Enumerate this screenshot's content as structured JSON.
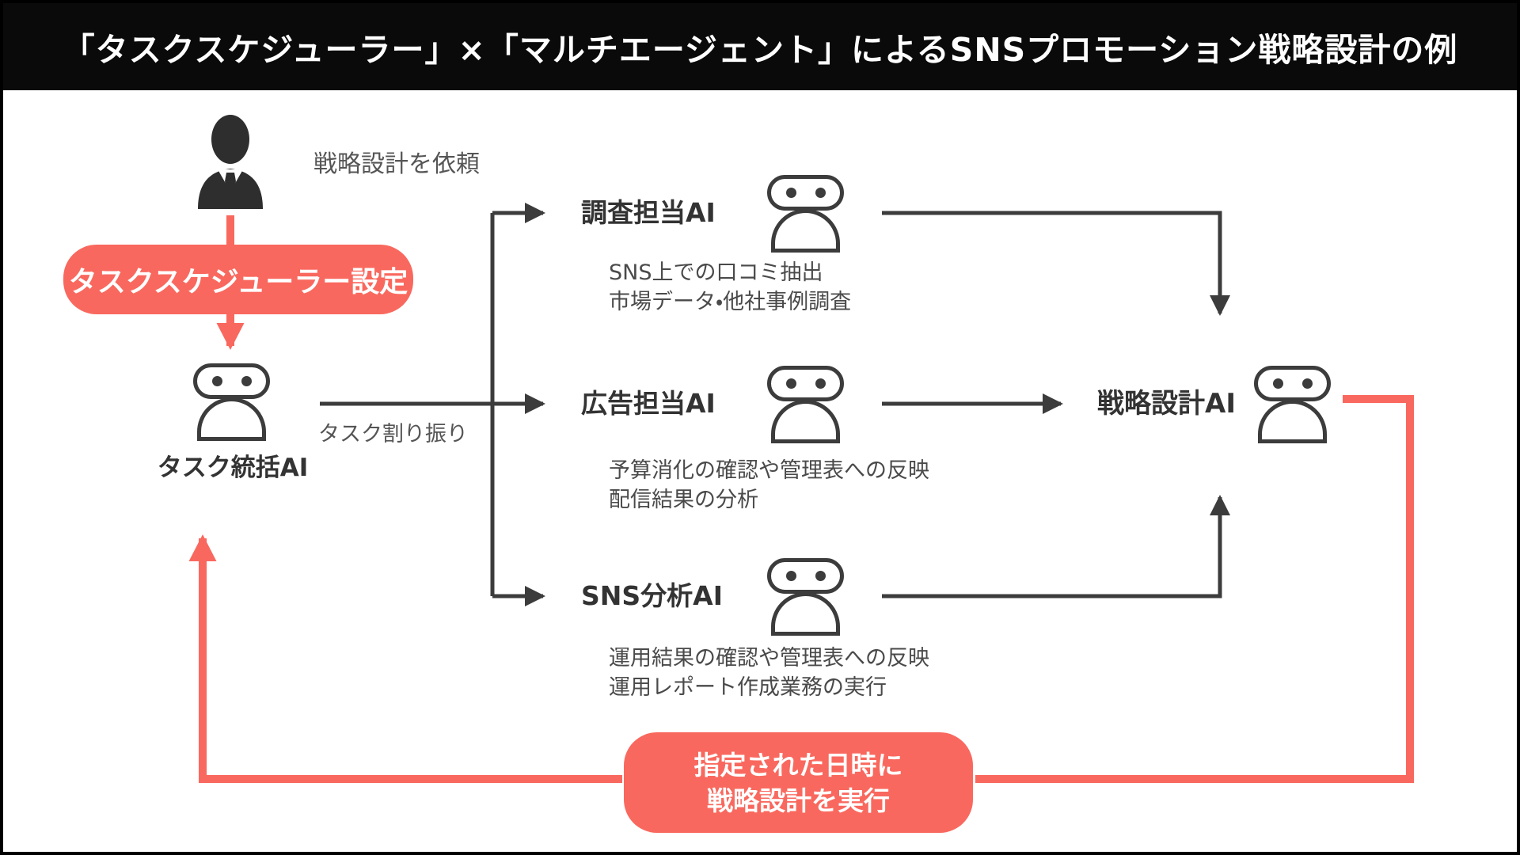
{
  "title": "「タスクスケジューラー」×「マルチエージェント」によるSNSプロモーション戦略設計の例",
  "colors": {
    "accent_red": "#F9685E",
    "line_dark": "#3C3C3C",
    "title_bg": "#0A0A0A",
    "label_text": "#333333",
    "note_text": "#555555"
  },
  "flow": {
    "request_label": "戦略設計を依頼",
    "scheduler_box_label": "タスクスケジューラー設定",
    "coordinator": {
      "label": "タスク統括AI"
    },
    "assign_label": "タスク割り振り",
    "agents": [
      {
        "label": "調査担当AI",
        "tasks": [
          "SNS上での口コミ抽出",
          "市場データ・他社事例調査"
        ]
      },
      {
        "label": "広告担当AI",
        "tasks": [
          "予算消化の確認や管理表への反映",
          "配信結果の分析"
        ]
      },
      {
        "label": "SNS分析AI",
        "tasks": [
          "運用結果の確認や管理表への反映",
          "運用レポート作成業務の実行"
        ]
      }
    ],
    "strategy_agent": {
      "label": "戦略設計AI"
    },
    "schedule_exec_box": {
      "line1": "指定された日時に",
      "line2": "戦略設計を実行"
    }
  }
}
